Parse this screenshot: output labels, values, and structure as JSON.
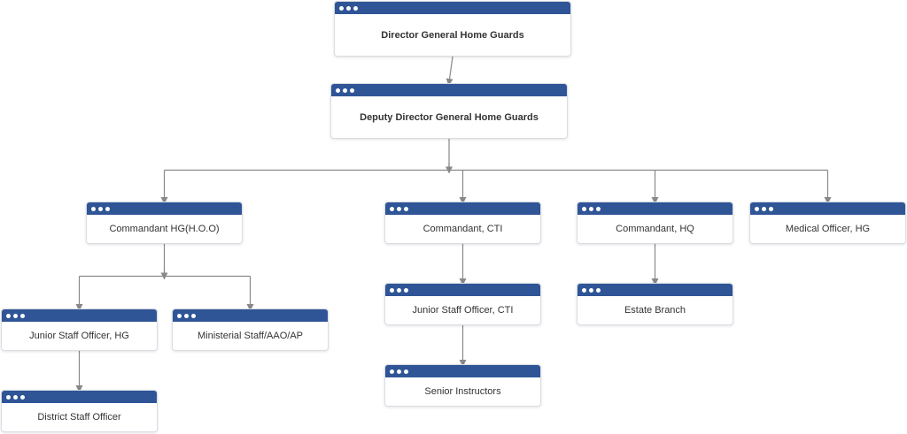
{
  "colors": {
    "header": "#2f5597",
    "connector": "#888888",
    "border": "#d9dde3"
  },
  "nodes": [
    {
      "id": "dg",
      "label": "Director General Home Guards",
      "bold": true
    },
    {
      "id": "ddg",
      "label": "Deputy Director General Home Guards",
      "bold": true
    },
    {
      "id": "cmd-hoo",
      "label": "Commandant HG(H.O.O)",
      "bold": false
    },
    {
      "id": "cmd-cti",
      "label": "Commandant, CTI",
      "bold": false
    },
    {
      "id": "cmd-hq",
      "label": "Commandant, HQ",
      "bold": false
    },
    {
      "id": "med",
      "label": "Medical Officer, HG",
      "bold": false
    },
    {
      "id": "jso-hg",
      "label": "Junior Staff Officer, HG",
      "bold": false
    },
    {
      "id": "min",
      "label": "Ministerial Staff/AAO/AP",
      "bold": false
    },
    {
      "id": "jso-cti",
      "label": "Junior Staff Officer, CTI",
      "bold": false
    },
    {
      "id": "estate",
      "label": "Estate Branch",
      "bold": false
    },
    {
      "id": "dso",
      "label": "District Staff Officer",
      "bold": false
    },
    {
      "id": "si",
      "label": "Senior Instructors",
      "bold": false
    }
  ],
  "edges": [
    {
      "from": "dg",
      "to": "ddg"
    },
    {
      "from": "ddg",
      "to": "cmd-hoo"
    },
    {
      "from": "ddg",
      "to": "cmd-cti"
    },
    {
      "from": "ddg",
      "to": "cmd-hq"
    },
    {
      "from": "ddg",
      "to": "med"
    },
    {
      "from": "cmd-hoo",
      "to": "jso-hg"
    },
    {
      "from": "cmd-hoo",
      "to": "min"
    },
    {
      "from": "cmd-cti",
      "to": "jso-cti"
    },
    {
      "from": "cmd-hq",
      "to": "estate"
    },
    {
      "from": "jso-hg",
      "to": "dso"
    },
    {
      "from": "jso-cti",
      "to": "si"
    }
  ]
}
